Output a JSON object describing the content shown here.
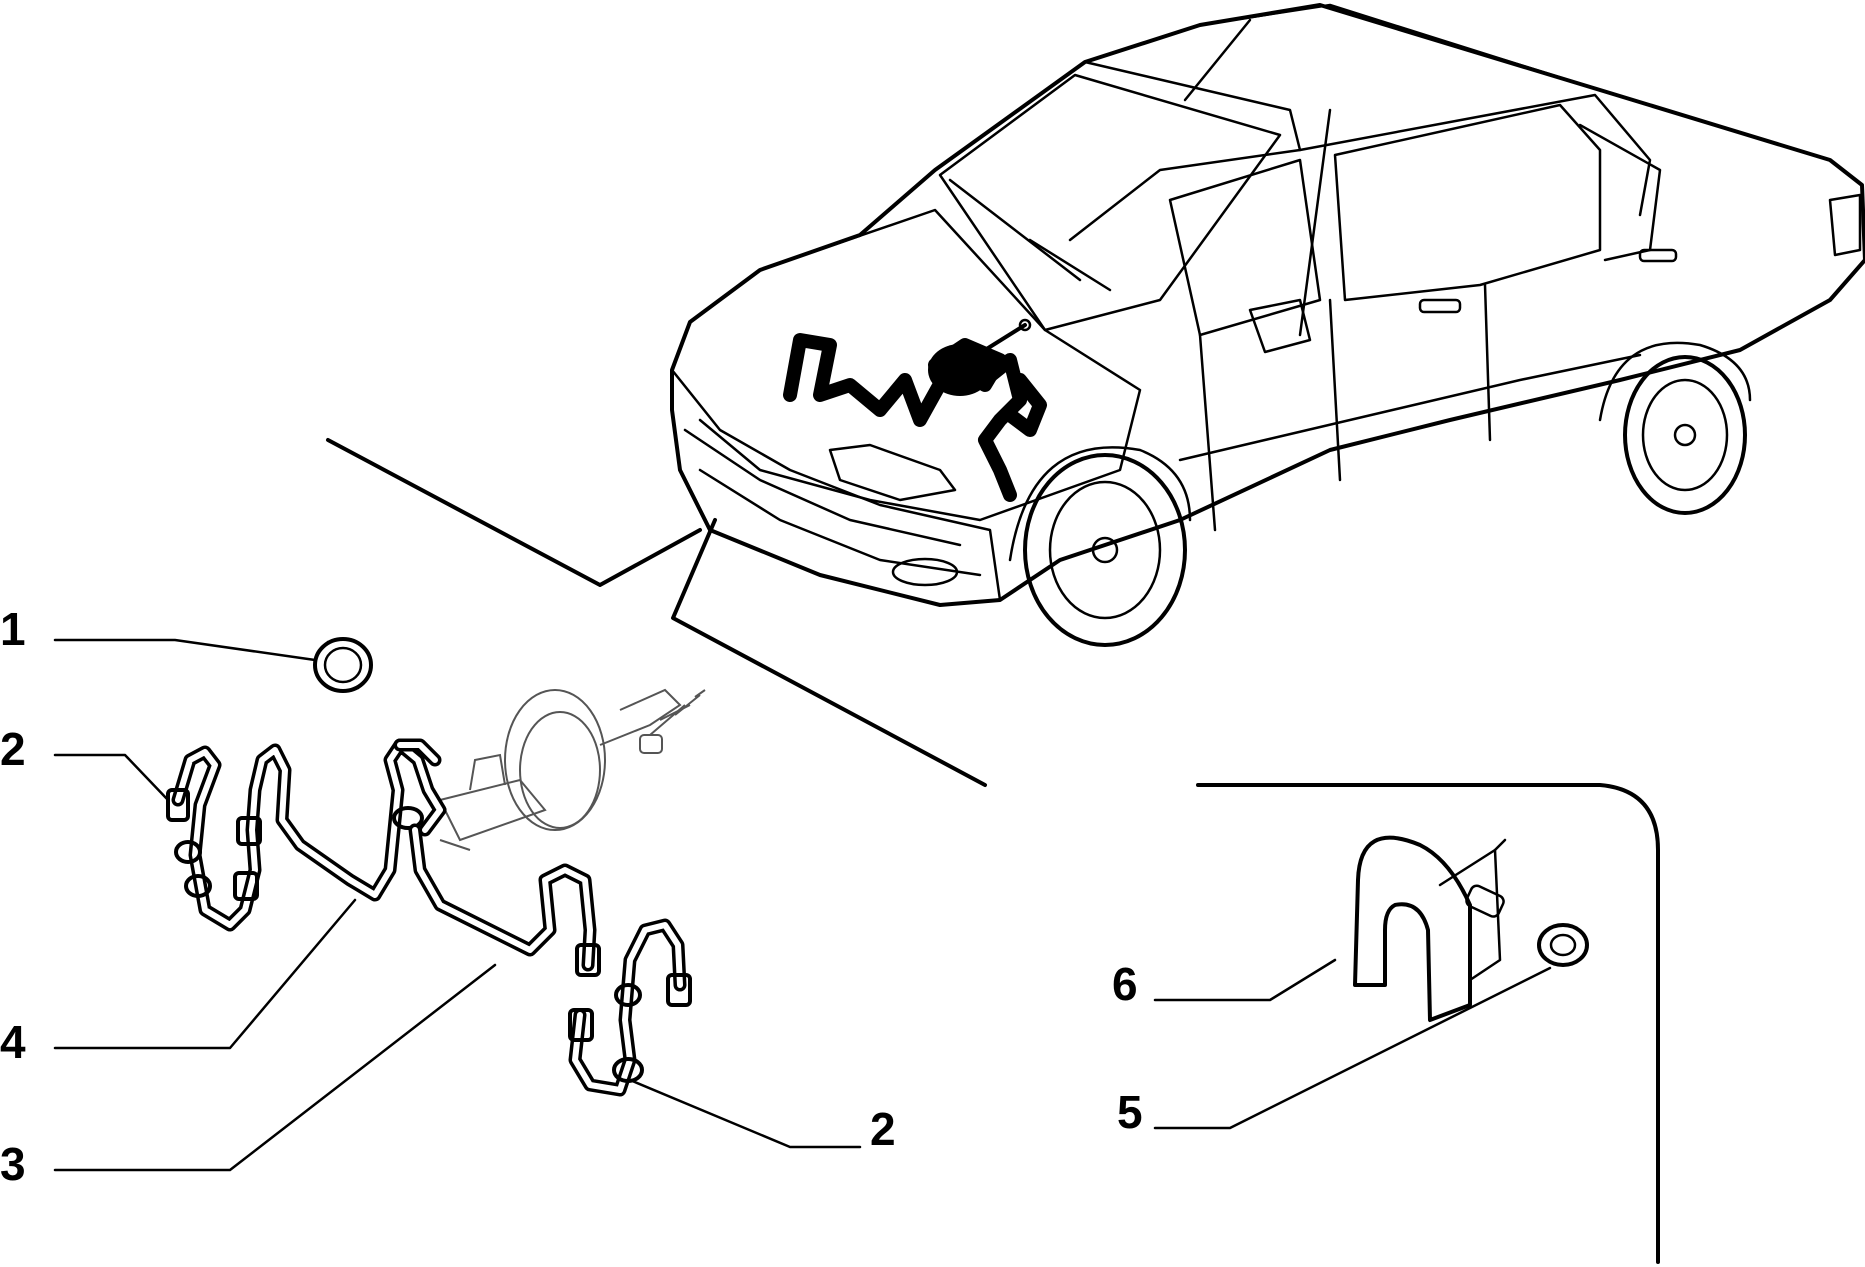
{
  "callouts": {
    "c1": "1",
    "c2_left": "2",
    "c4": "4",
    "c3": "3",
    "c2_right": "2",
    "c6": "6",
    "c5": "5"
  }
}
